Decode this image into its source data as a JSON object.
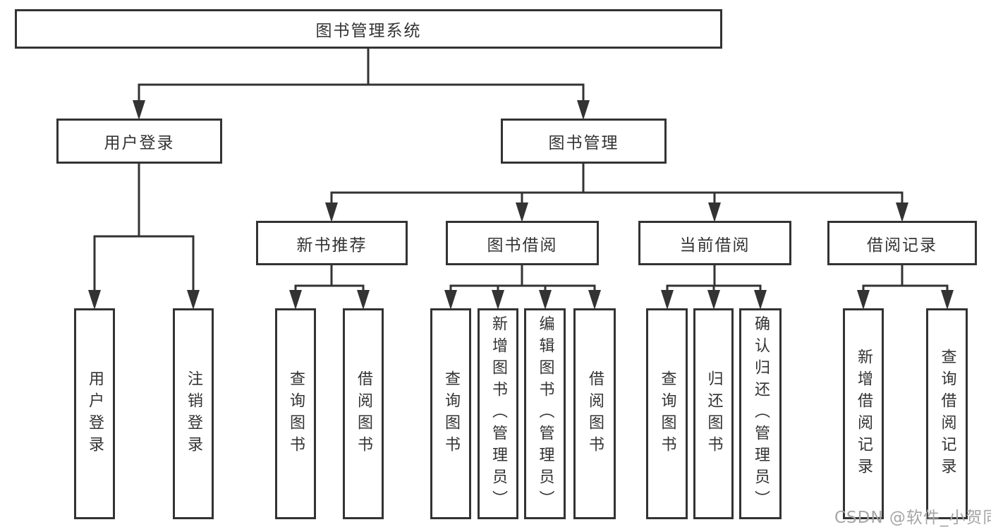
{
  "diagram": {
    "root": {
      "label": "图书管理系统"
    },
    "level2": [
      {
        "label": "用户登录"
      },
      {
        "label": "图书管理"
      }
    ],
    "level3": [
      {
        "label": "新书推荐"
      },
      {
        "label": "图书借阅"
      },
      {
        "label": "当前借阅"
      },
      {
        "label": "借阅记录"
      }
    ],
    "leaves": [
      {
        "label": "用户登录"
      },
      {
        "label": "注销登录"
      },
      {
        "label": "查询图书"
      },
      {
        "label": "借阅图书"
      },
      {
        "label": "查询图书"
      },
      {
        "label": "新增图书（管理员）"
      },
      {
        "label": "编辑图书（管理员）"
      },
      {
        "label": "借阅图书"
      },
      {
        "label": "查询图书"
      },
      {
        "label": "归还图书"
      },
      {
        "label": "确认归还（管理员）"
      },
      {
        "label": "新增借阅记录"
      },
      {
        "label": "查询借阅记录"
      }
    ],
    "watermark": "CSDN @软件_小贺同学",
    "colors": {
      "line": "#333333",
      "text": "#333333",
      "background": "#ffffff",
      "watermark": "#a6a6a6"
    }
  }
}
